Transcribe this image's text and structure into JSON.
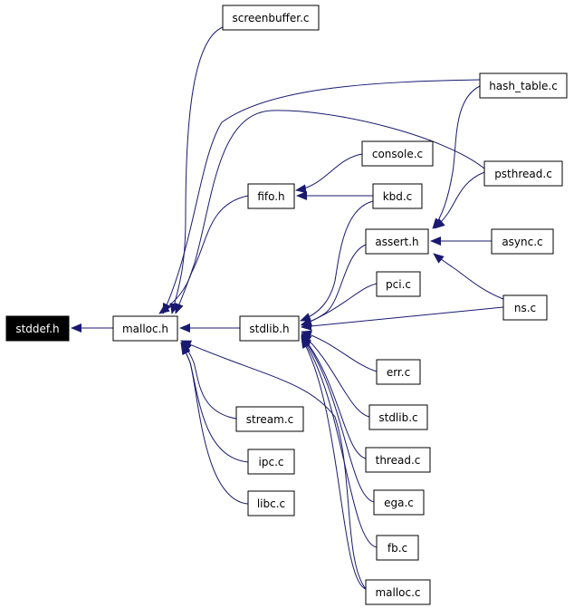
{
  "graph": {
    "nodes": [
      {
        "id": "stddef_h",
        "label": "stddef.h",
        "root": true
      },
      {
        "id": "malloc_h",
        "label": "malloc.h"
      },
      {
        "id": "stdlib_h",
        "label": "stdlib.h"
      },
      {
        "id": "fifo_h",
        "label": "fifo.h"
      },
      {
        "id": "assert_h",
        "label": "assert.h"
      },
      {
        "id": "screenbuffer_c",
        "label": "screenbuffer.c"
      },
      {
        "id": "hash_table_c",
        "label": "hash_table.c"
      },
      {
        "id": "console_c",
        "label": "console.c"
      },
      {
        "id": "psthread_c",
        "label": "psthread.c"
      },
      {
        "id": "kbd_c",
        "label": "kbd.c"
      },
      {
        "id": "async_c",
        "label": "async.c"
      },
      {
        "id": "pci_c",
        "label": "pci.c"
      },
      {
        "id": "ns_c",
        "label": "ns.c"
      },
      {
        "id": "err_c",
        "label": "err.c"
      },
      {
        "id": "stream_c",
        "label": "stream.c"
      },
      {
        "id": "stdlib_c",
        "label": "stdlib.c"
      },
      {
        "id": "ipc_c",
        "label": "ipc.c"
      },
      {
        "id": "thread_c",
        "label": "thread.c"
      },
      {
        "id": "libc_c",
        "label": "libc.c"
      },
      {
        "id": "ega_c",
        "label": "ega.c"
      },
      {
        "id": "fb_c",
        "label": "fb.c"
      },
      {
        "id": "malloc_c",
        "label": "malloc.c"
      }
    ],
    "edges": [
      {
        "from": "malloc_h",
        "to": "stddef_h"
      },
      {
        "from": "stdlib_h",
        "to": "malloc_h"
      },
      {
        "from": "screenbuffer_c",
        "to": "malloc_h"
      },
      {
        "from": "hash_table_c",
        "to": "malloc_h"
      },
      {
        "from": "psthread_c",
        "to": "malloc_h"
      },
      {
        "from": "fifo_h",
        "to": "malloc_h"
      },
      {
        "from": "stream_c",
        "to": "malloc_h"
      },
      {
        "from": "ipc_c",
        "to": "malloc_h"
      },
      {
        "from": "libc_c",
        "to": "malloc_h"
      },
      {
        "from": "malloc_c",
        "to": "malloc_h"
      },
      {
        "from": "console_c",
        "to": "fifo_h"
      },
      {
        "from": "kbd_c",
        "to": "fifo_h"
      },
      {
        "from": "kbd_c",
        "to": "stdlib_h"
      },
      {
        "from": "assert_h",
        "to": "stdlib_h"
      },
      {
        "from": "pci_c",
        "to": "stdlib_h"
      },
      {
        "from": "ns_c",
        "to": "stdlib_h"
      },
      {
        "from": "err_c",
        "to": "stdlib_h"
      },
      {
        "from": "stdlib_c",
        "to": "stdlib_h"
      },
      {
        "from": "thread_c",
        "to": "stdlib_h"
      },
      {
        "from": "ega_c",
        "to": "stdlib_h"
      },
      {
        "from": "fb_c",
        "to": "stdlib_h"
      },
      {
        "from": "malloc_c",
        "to": "stdlib_h"
      },
      {
        "from": "hash_table_c",
        "to": "assert_h"
      },
      {
        "from": "psthread_c",
        "to": "assert_h"
      },
      {
        "from": "async_c",
        "to": "assert_h"
      },
      {
        "from": "ns_c",
        "to": "assert_h"
      }
    ],
    "edge_color": "#191970"
  }
}
